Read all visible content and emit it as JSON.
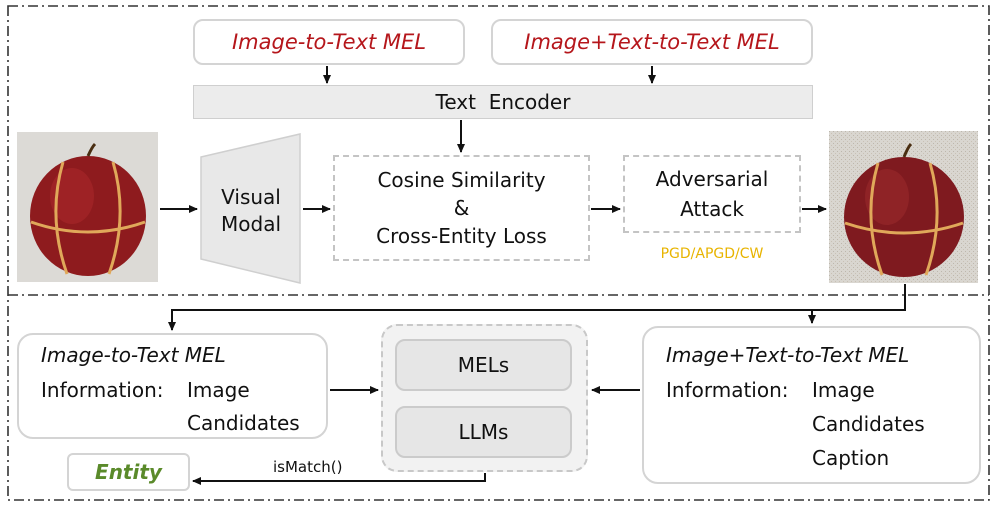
{
  "top": {
    "mel_image_to_text": "Image-to-Text MEL",
    "mel_image_text_to_text": "Image+Text-to-Text MEL",
    "text_encoder": "Text  Encoder",
    "visual_modal": [
      "Visual",
      "Modal"
    ],
    "cosine_block": [
      "Cosine Similarity",
      "&",
      "Cross-Entity Loss"
    ],
    "adversarial": [
      "Adversarial",
      "Attack"
    ],
    "attack_methods": "PGD/APGD/CW"
  },
  "bottom": {
    "left_card": {
      "title": "Image-to-Text MEL",
      "info_label": "Information:",
      "items": [
        "Image",
        "Candidates"
      ]
    },
    "right_card": {
      "title": "Image+Text-to-Text MEL",
      "info_label": "Information:",
      "items": [
        "Image",
        "Candidates",
        "Caption"
      ]
    },
    "models": [
      "MELs",
      "LLMs"
    ],
    "match_fn": "isMatch()",
    "entity": "Entity"
  },
  "colors": {
    "title_red": "#b5161b",
    "entity_green": "#5a8a2a",
    "attack_yellow": "#e8b400",
    "encoder_fill": "#ececec",
    "apple": "#8e1b1e"
  }
}
